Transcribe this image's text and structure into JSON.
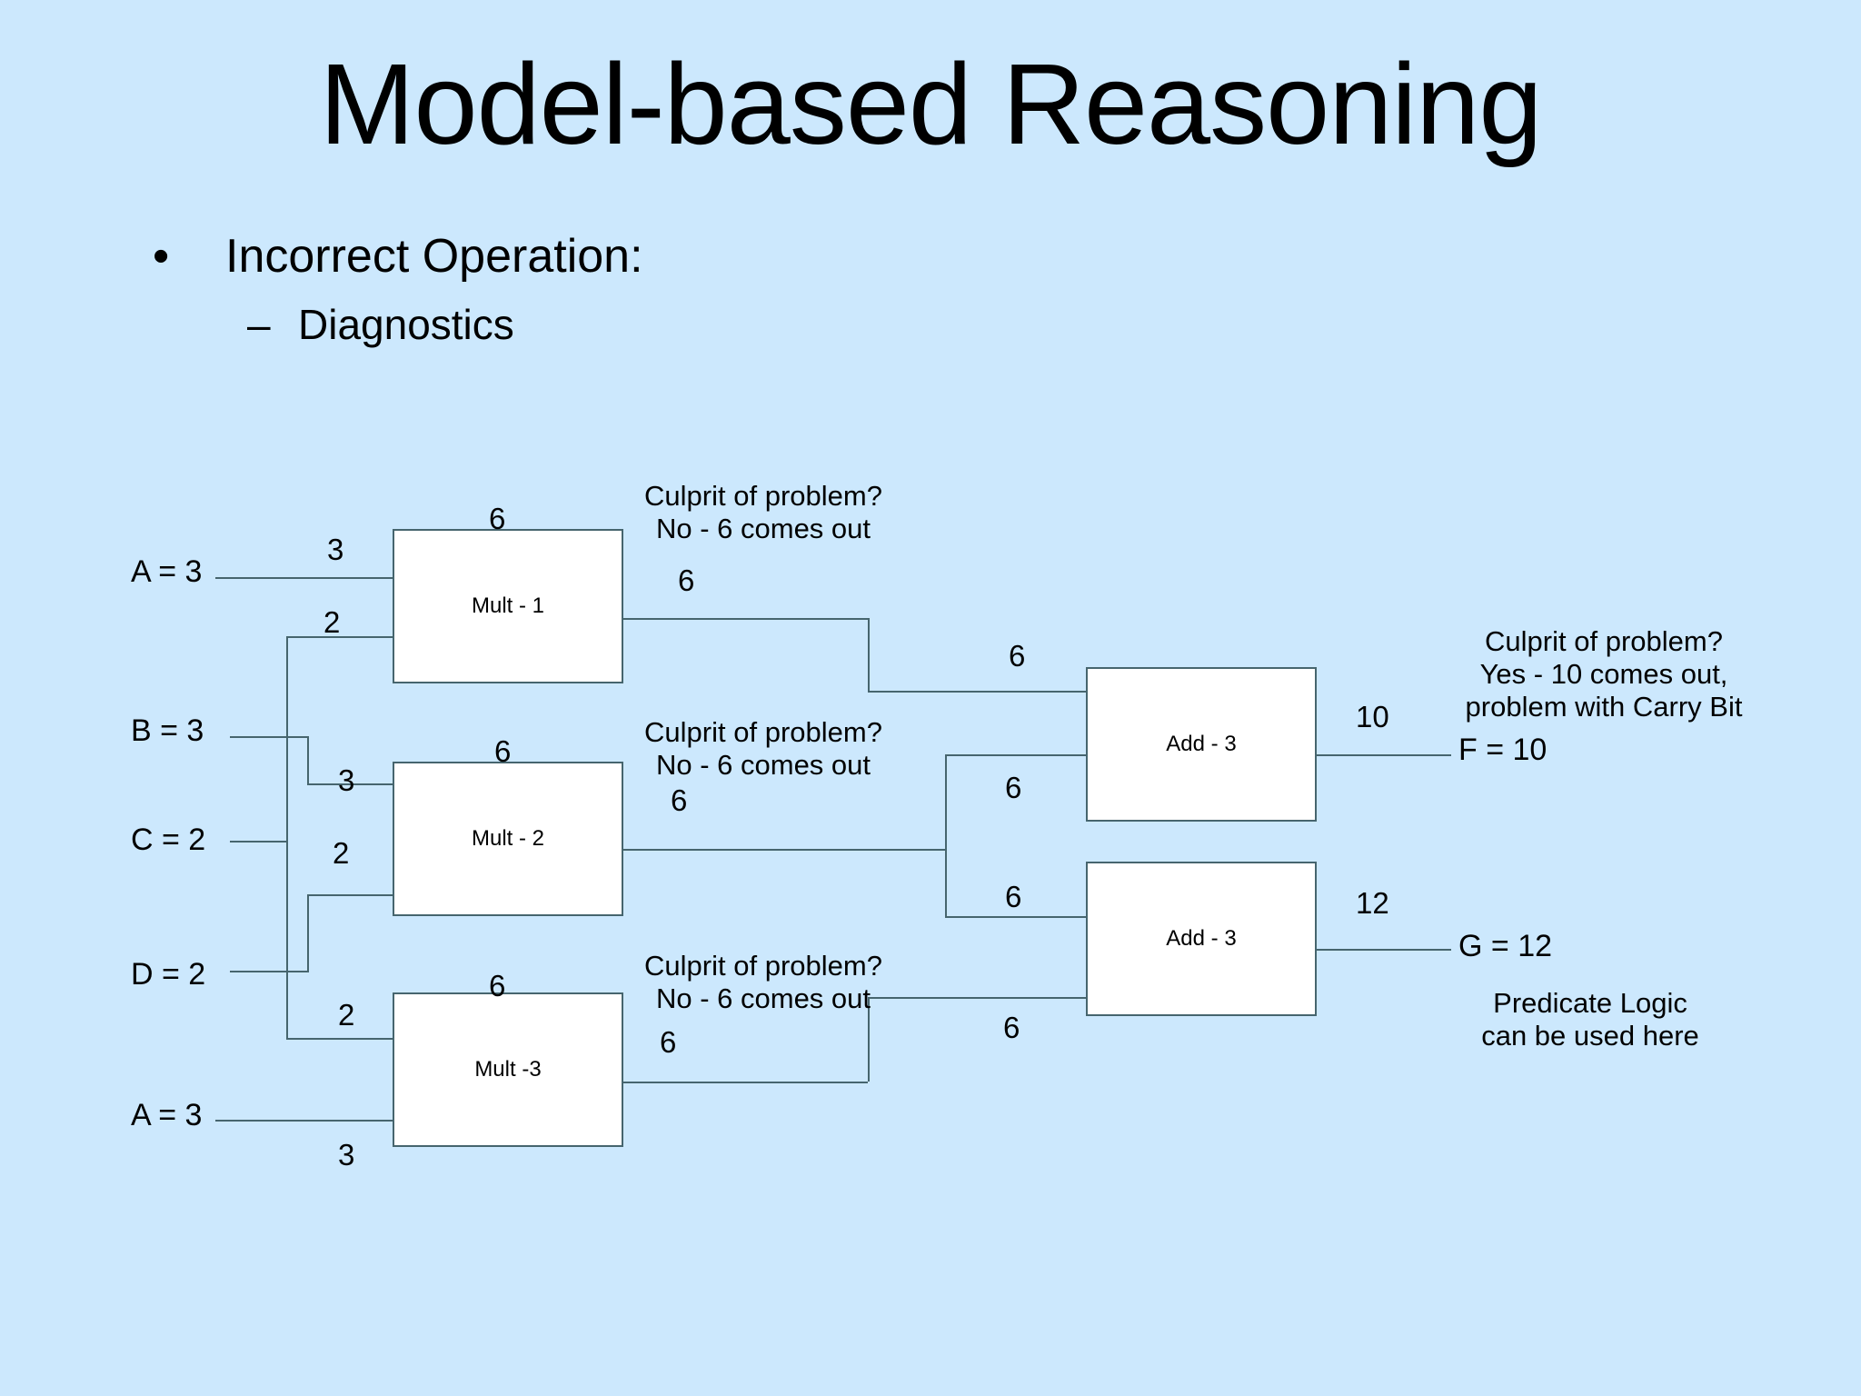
{
  "slide": {
    "title": "Model-based Reasoning",
    "background_color": "#cce8fd",
    "wire_color": "#46656e",
    "box_fill": "#ffffff",
    "bullets": {
      "level1_mark": "•",
      "level1_text": "Incorrect Operation:",
      "level2_mark": "–",
      "level2_text": "Diagnostics"
    }
  },
  "diagram": {
    "inputs": [
      {
        "id": "A1",
        "label": "A = 3"
      },
      {
        "id": "B",
        "label": "B = 3"
      },
      {
        "id": "C",
        "label": "C = 2"
      },
      {
        "id": "D",
        "label": "D = 2"
      },
      {
        "id": "A2",
        "label": "A = 3"
      }
    ],
    "outputs": [
      {
        "id": "F",
        "label": "F = 10"
      },
      {
        "id": "G",
        "label": "G = 12"
      }
    ],
    "gates": [
      {
        "id": "mult1",
        "label": "Mult - 1"
      },
      {
        "id": "mult2",
        "label": "Mult - 2"
      },
      {
        "id": "mult3",
        "label": "Mult -3"
      },
      {
        "id": "add1",
        "label": "Add - 3"
      },
      {
        "id": "add2",
        "label": "Add - 3"
      }
    ],
    "signal_labels": {
      "mult1_in_top": "3",
      "mult1_in_bot": "2",
      "mult1_top": "6",
      "mult1_out": "6",
      "mult1_to_add": "6",
      "mult2_in_top": "3",
      "mult2_in_bot": "2",
      "mult2_top": "6",
      "mult2_out": "6",
      "mult2_to_add1": "6",
      "mult2_to_add2": "6",
      "mult3_in_top": "2",
      "mult3_in_bot": "3",
      "mult3_top": "6",
      "mult3_out": "6",
      "mult3_to_add2": "6",
      "add1_out": "10",
      "add2_out": "12"
    },
    "notes": [
      {
        "id": "note-mult1",
        "line1": "Culprit of problem?",
        "line2": "No - 6 comes out"
      },
      {
        "id": "note-mult2",
        "line1": "Culprit of problem?",
        "line2": "No - 6 comes out"
      },
      {
        "id": "note-mult3",
        "line1": "Culprit of problem?",
        "line2": "No - 6 comes out"
      },
      {
        "id": "note-add1",
        "line1": "Culprit of problem?",
        "line2": "Yes - 10 comes out,",
        "line3": "problem with Carry Bit"
      },
      {
        "id": "note-predicate",
        "line1": "Predicate Logic",
        "line2": "can be used here"
      }
    ]
  }
}
